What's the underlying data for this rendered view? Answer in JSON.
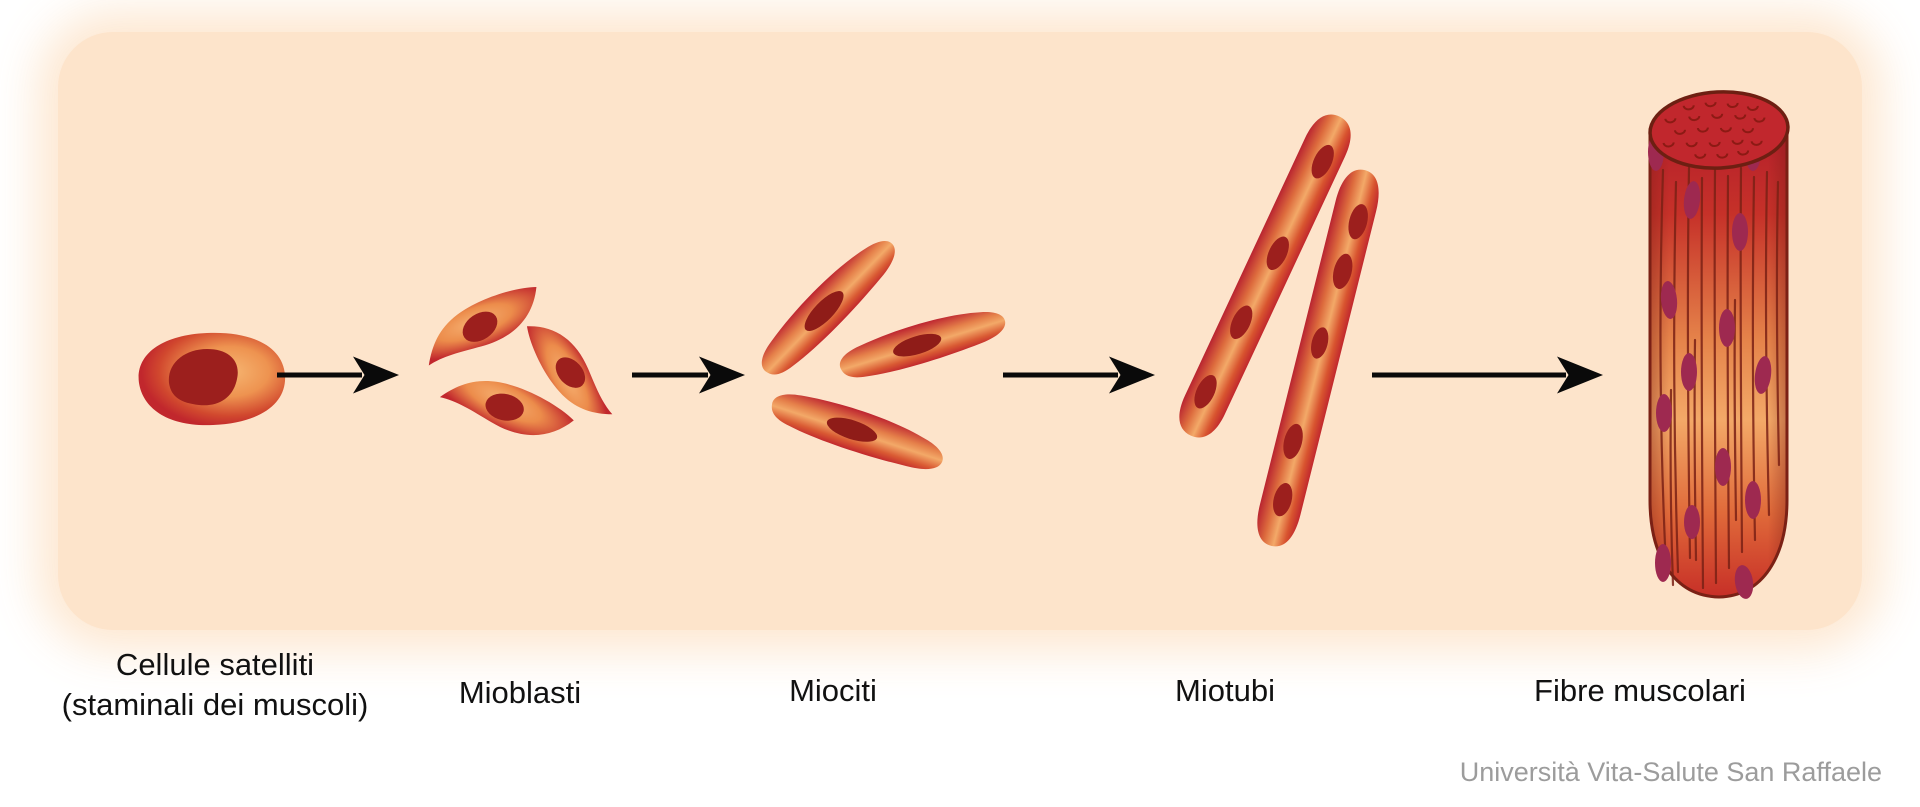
{
  "diagram": {
    "stages": [
      {
        "name": "satellite-cells",
        "label": "Cellule satelliti",
        "sublabel": "(staminali dei muscoli)",
        "cell_count": 1
      },
      {
        "name": "myoblasts",
        "label": "Mioblasti",
        "cell_count": 3
      },
      {
        "name": "myocytes",
        "label": "Miociti",
        "cell_count": 3
      },
      {
        "name": "myotubes",
        "label": "Miotubi",
        "cell_count": 2
      },
      {
        "name": "muscle-fibers",
        "label": "Fibre muscolari",
        "cell_count": 1
      }
    ],
    "arrows": {
      "count": 4,
      "direction": "right"
    },
    "watermark": "Università Vita-Salute San Raffaele",
    "colors": {
      "page_background": "#ffffff",
      "panel_background": "#fde4cb",
      "cell_red": "#c1272d",
      "cell_highlight_orange": "#f3a968",
      "nucleus_dark_red": "#9c1f1d",
      "fiber_nucleus_purple": "#9e2950",
      "outline_dark": "#7b2115",
      "arrow_black": "#0a0a0a",
      "label_text": "#111111",
      "watermark_gray": "#9c9c9c"
    }
  }
}
